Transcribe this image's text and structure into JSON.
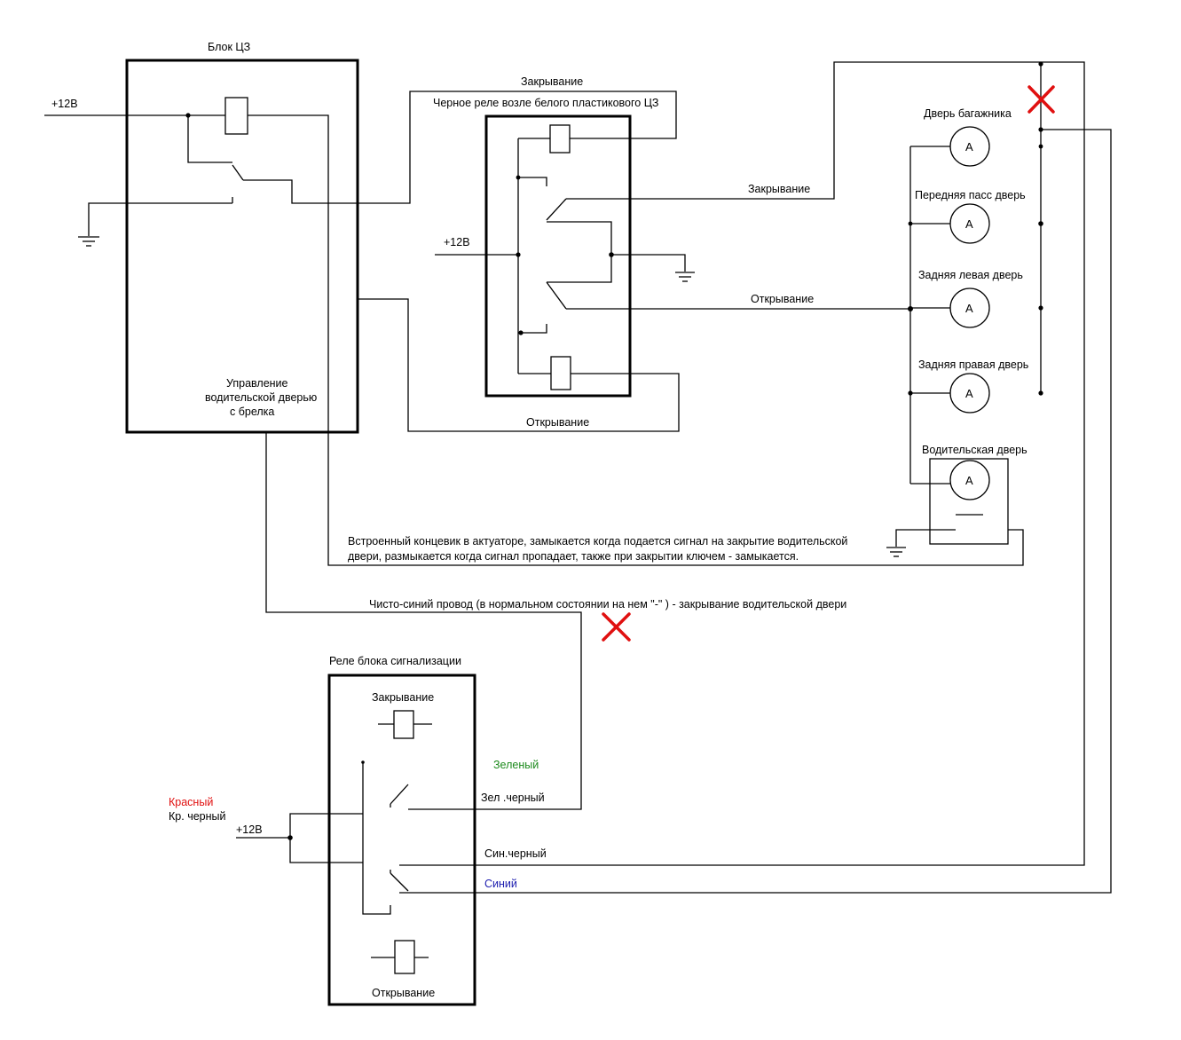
{
  "cz_block": {
    "title": "Блок ЦЗ",
    "plus12": "+12В",
    "control_line1": "Управление",
    "control_line2": "водительской дверью",
    "control_line3": "с брелка"
  },
  "black_relay": {
    "closing_top": "Закрывание",
    "title": "Черное реле возле белого пластикового ЦЗ",
    "plus12": "+12В",
    "closing_out": "Закрывание",
    "opening_out": "Открывание",
    "opening_bottom": "Открывание"
  },
  "doors": {
    "meter_symbol": "A",
    "trunk": "Дверь багажника",
    "front_passenger": "Передняя пасс дверь",
    "rear_left": "Задняя левая дверь",
    "rear_right": "Задняя правая дверь",
    "driver": "Водительская дверь"
  },
  "notes": {
    "limit_switch_line1": "Встроенный концевик в актуаторе, замыкается когда подается сигнал на  закрытие водительской",
    "limit_switch_line2": "двери, размыкается когда сигнал пропадает, также при закрытии ключем - замыкается.",
    "blue_wire": "Чисто-синий провод (в нормальном состоянии на нем \"-\" )  - закрывание водительской двери"
  },
  "alarm_relay": {
    "title": "Реле блока сигнализации",
    "closing": "Закрывание",
    "opening": "Открывание",
    "plus12": "+12В",
    "red_label": "Красный",
    "red_black_prefix": "Кр.",
    "red_black_suffix": " черный",
    "green_label": "Зеленый",
    "green_black_prefix": "Зел",
    "green_black_suffix": " .черный",
    "blue_black_prefix": "Син.",
    "blue_black_suffix": "черный",
    "blue_label": "Синий"
  },
  "colors": {
    "wire": "#000000",
    "cross": "#e01010",
    "green_text": "#1c8a1c",
    "blue_text": "#2020b0",
    "red_text": "#e01010"
  }
}
